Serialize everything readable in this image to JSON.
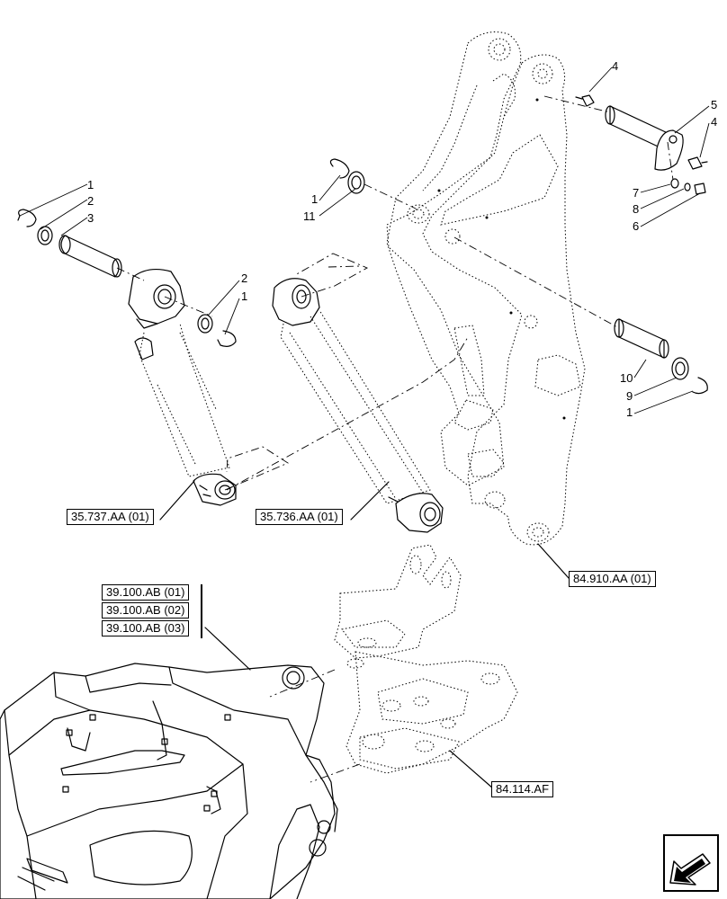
{
  "callouts": {
    "c1a": "1",
    "c2a": "2",
    "c3": "3",
    "c2b": "2",
    "c1b": "1",
    "c1c": "1",
    "c11": "11",
    "c4a": "4",
    "c5": "5",
    "c4b": "4",
    "c7": "7",
    "c8": "8",
    "c6": "6",
    "c10": "10",
    "c9": "9",
    "c1d": "1"
  },
  "references": {
    "cyl_left": "35.737.AA (01)",
    "cyl_right": "35.736.AA (01)",
    "boom": "84.910.AA (01)",
    "frame": [
      "39.100.AB (01)",
      "39.100.AB (02)",
      "39.100.AB (03)"
    ],
    "bracket": "84.114.AF"
  },
  "nav_icon": "next-page-arrow-icon"
}
